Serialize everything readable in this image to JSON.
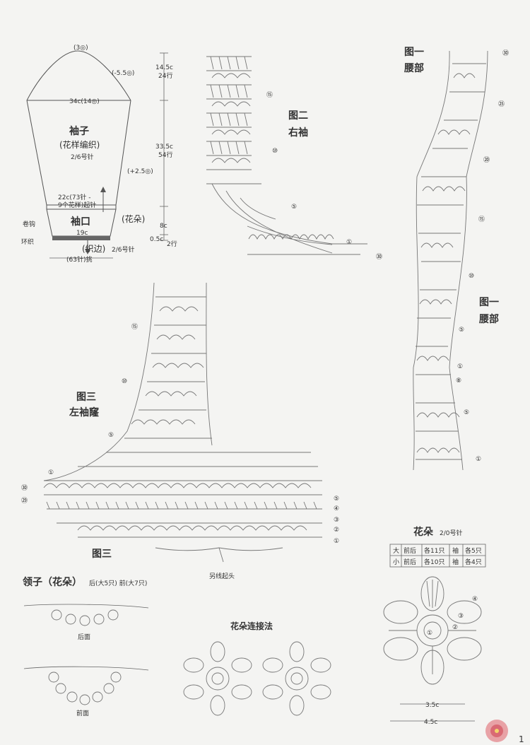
{
  "schematic": {
    "top_count": "(3◎)",
    "top_dec": "(-5.5◎)",
    "width_top": "34c(14◎)",
    "title": "袖子",
    "pattern": "(花样编织)",
    "needle": "2/6号针",
    "inc": "(+2.5◎)",
    "cuff_note_1": "22c(73针 -",
    "cuff_note_2": "9个花样)起针",
    "flower_ref": "(花朵)",
    "cuff_label": "袖口",
    "roll_hem": "卷钩",
    "loop_st": "环织",
    "cuff_width": "19c",
    "edge_label": "(织边)",
    "edge_needle": "2/6号针",
    "pickup": "(63针)挑",
    "h1": "14.5c",
    "h1_rows": "24行",
    "h2": "33.5c",
    "h2_rows": "54行",
    "h3": "8c",
    "h4": "0.5c",
    "h4_rows": "2行"
  },
  "fig2": {
    "title_1": "图二",
    "title_2": "右袖"
  },
  "fig1": {
    "title_1": "图一",
    "title_2": "腰部"
  },
  "fig3": {
    "title_1": "图三",
    "title_2": "左袖窿",
    "bottom_label": "图三",
    "start_note": "另线起头"
  },
  "row_markers": [
    "⑮",
    "⑩",
    "⑤",
    "①",
    "㉚",
    "㉙",
    "㉕",
    "⑳",
    "⑧",
    "④",
    "③",
    "②"
  ],
  "flower": {
    "title": "花朵",
    "needle": "2/0号针",
    "table": [
      [
        "大",
        "前后",
        "各11只",
        "袖",
        "各5只"
      ],
      [
        "小",
        "前后",
        "各10只",
        "袖",
        "各4只"
      ]
    ],
    "dim_small": "3.5c",
    "dim_large": "4.5c",
    "round_4": "④",
    "round_3": "③",
    "round_2": "②",
    "round_1": "①"
  },
  "collar": {
    "title": "领子（花朵）",
    "counts": "后(大5只)  前(大7只)",
    "back": "后面",
    "front": "前面"
  },
  "joining": {
    "title": "花朵连接法"
  },
  "page_number": "1"
}
